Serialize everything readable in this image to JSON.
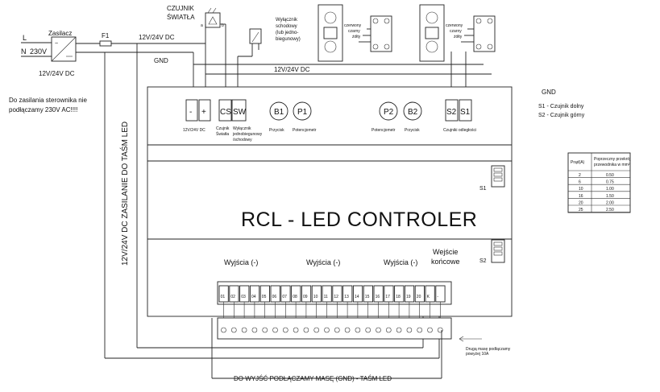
{
  "power": {
    "mains_l": "L",
    "mains_n": "N",
    "mains_voltage": "230V",
    "psu_label": "Zasilacz",
    "fuse_label": "F1",
    "psu_output": "12V/24V DC",
    "bus_voltage": "12V/24V DC",
    "gnd": "GND",
    "bus_voltage_2": "12V/24V DC",
    "note_line1": "Do zasilania sterownika nie",
    "note_line2": "podłączamy 230V AC!!!!",
    "vertical_label": "12V/24V DC ZASILANIE DO TAŚM LED"
  },
  "light_sensor": {
    "line1": "CZUJNIK",
    "line2": "ŚWIATŁA",
    "pin_a": "a",
    "pin_b": "b"
  },
  "switch_note": {
    "line1": "Wyłącznik",
    "line2": "schodowy",
    "line3": "(lub jedno-",
    "line4": "biegunowy)"
  },
  "sensor_wires": {
    "left": [
      "czerwony",
      "czarny",
      "żółty"
    ],
    "right": [
      "czerwony",
      "czarny",
      "żółty"
    ]
  },
  "terminals_top": [
    {
      "id": "minus",
      "label": "-"
    },
    {
      "id": "plus",
      "label": "+"
    },
    {
      "id": "cs",
      "label": "CS"
    },
    {
      "id": "sw",
      "label": "SW"
    },
    {
      "id": "b1",
      "label": "B1"
    },
    {
      "id": "p1",
      "label": "P1"
    },
    {
      "id": "p2",
      "label": "P2"
    },
    {
      "id": "b2",
      "label": "B2"
    },
    {
      "id": "s2",
      "label": "S2"
    },
    {
      "id": "s1",
      "label": "S1"
    }
  ],
  "terminal_captions": {
    "supply": "12V/24V DC",
    "cs_line1": "Czujnik",
    "cs_line2": "Światła",
    "sw_line1": "Wyłącznik",
    "sw_line2": "jednobiegunowy",
    "sw_line3": "/schodowy",
    "b1": "Przycisk",
    "p1": "Potencjometr",
    "p2": "Potencjometr",
    "b2": "Przycisk",
    "sensors": "Czujniki odległości"
  },
  "legend": {
    "gnd": "GND",
    "s1": "S1 - Czujnik dolny",
    "s2": "S2 - Czujnik górny"
  },
  "title": "RCL - LED CONTROLER",
  "switch_labels": {
    "s1": "S1",
    "s2": "S2"
  },
  "outputs": {
    "out1": "Wyjścia (-)",
    "out2": "Wyjścia (-)",
    "out3": "Wyjścia (-)",
    "end_line1": "Wejście",
    "end_line2": "końcowe"
  },
  "bottom_terminals": [
    "01",
    "02",
    "03",
    "04",
    "05",
    "06",
    "07",
    "08",
    "09",
    "10",
    "11",
    "12",
    "13",
    "14",
    "15",
    "16",
    "17",
    "18",
    "19",
    "20",
    "K",
    "-"
  ],
  "bottom_note": {
    "line1": "Drugą masę podłączamy",
    "line2": "powyżej 10A"
  },
  "gnd_caption": "DO WYJŚĆ PODŁĄCZAMY MASĘ (GND) - TAŚM LED",
  "wire_table": {
    "header_current": "Prąd(A)",
    "header_section_line1": "Poprzeczny przekrój",
    "header_section_line2": "przewodnika w mm²",
    "rows": [
      {
        "current": "2",
        "section": "0.50"
      },
      {
        "current": "6",
        "section": "0.75"
      },
      {
        "current": "10",
        "section": "1.00"
      },
      {
        "current": "16",
        "section": "1.50"
      },
      {
        "current": "20",
        "section": "2.00"
      },
      {
        "current": "25",
        "section": "2.50"
      }
    ]
  }
}
